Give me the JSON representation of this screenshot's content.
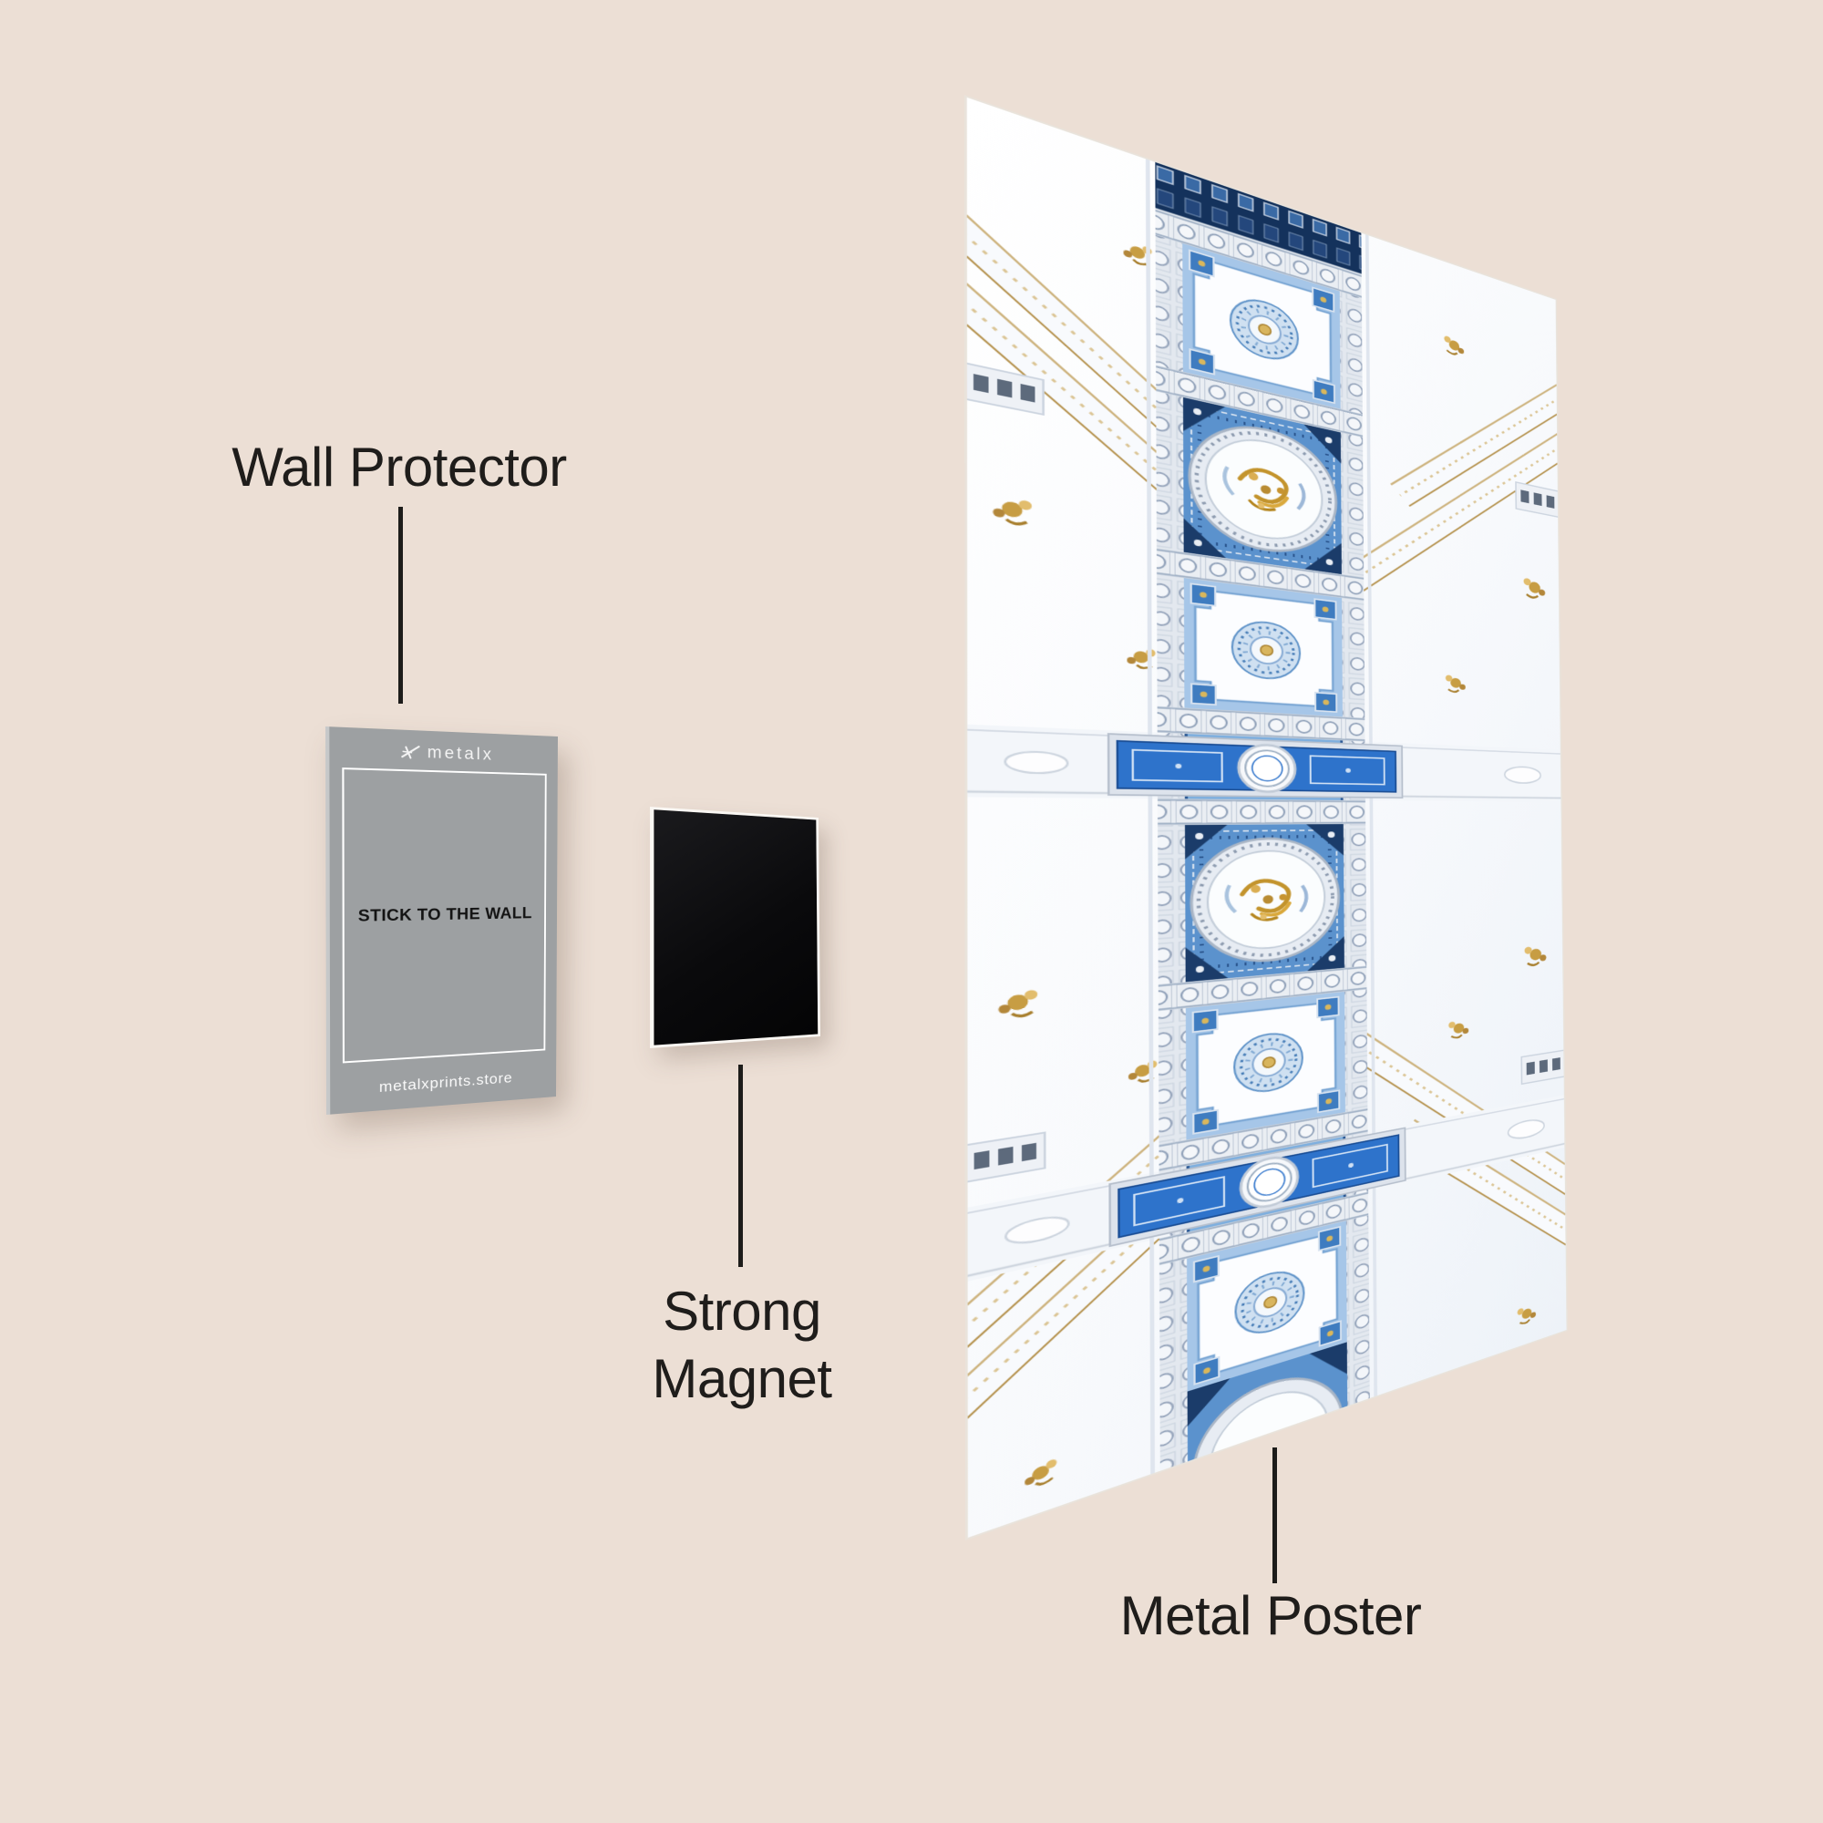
{
  "scene": {
    "background_color": "#ecdfd5",
    "annotation_text_color": "#1f1d1b",
    "annotation_line_color": "#1d1c1a"
  },
  "labels": {
    "wall_protector": "Wall Protector",
    "strong_magnet_line1": "Strong",
    "strong_magnet_line2": "Magnet",
    "metal_poster": "Metal Poster"
  },
  "wall_protector_card": {
    "brand_glyph_icon": "metalx-brand-glyph",
    "brand_name": "metalx",
    "center_text": "STICK TO THE WALL",
    "footer_text": "metalxprints.store",
    "card_color": "#9da0a2"
  },
  "magnet": {
    "color": "#0a0a0c"
  },
  "metal_poster_art": {
    "subject": "ornate baroque palace ceiling with blue panels, medallions and gold stucco",
    "palette": {
      "navy": "#14325c",
      "beam_blue": "#2e73cb",
      "panel_blue": "#5b92cd",
      "light_blue": "#7fafde",
      "gold": "#c79d43",
      "white": "#fbfdfe"
    }
  }
}
